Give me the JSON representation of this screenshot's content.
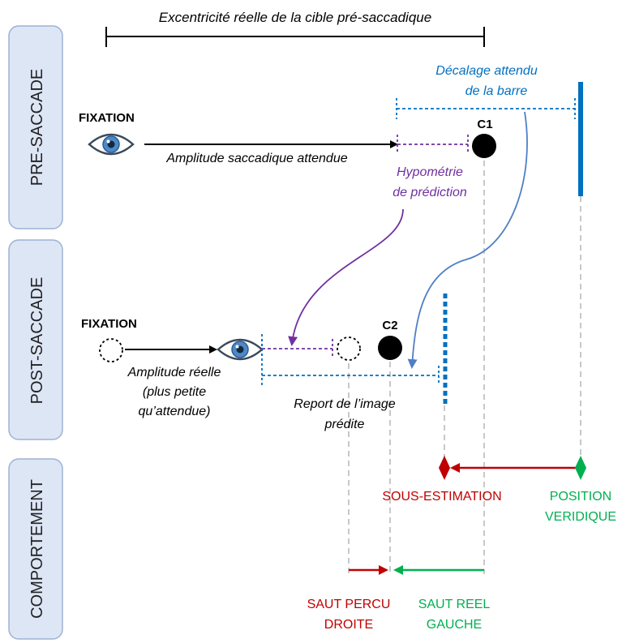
{
  "sections": {
    "pre": "PRE-SACCADE",
    "post": "POST-SACCADE",
    "behavior": "COMPORTEMENT"
  },
  "top_bracket_label": "Excentricité réelle de la cible pré-saccadique",
  "pre": {
    "fixation": "FIXATION",
    "amplitude_label": "Amplitude saccadique attendue",
    "target_label": "C1",
    "offset_label_line1": "Décalage attendu",
    "offset_label_line2": "de la barre",
    "hypometry_line1": "Hypométrie",
    "hypometry_line2": "de prédiction"
  },
  "post": {
    "fixation": "FIXATION",
    "amplitude_line1": "Amplitude réelle",
    "amplitude_line2": "(plus petite",
    "amplitude_line3": "qu’attendue)",
    "target_label": "C2",
    "report_line1": "Report de l’image",
    "report_line2": "prédite"
  },
  "behavior": {
    "underestimation": "SOUS-ESTIMATION",
    "veridical_line1": "POSITION",
    "veridical_line2": "VERIDIQUE",
    "perceived_jump_line1": "SAUT PERCU",
    "perceived_jump_line2": "DROITE",
    "real_jump_line1": "SAUT REEL",
    "real_jump_line2": "GAUCHE"
  },
  "colors": {
    "purple": "#7030a0",
    "blue": "#0070c0",
    "red": "#c00000",
    "green": "#00b050",
    "panel_fill": "#dde6f5",
    "panel_stroke": "#9fb2d3"
  }
}
